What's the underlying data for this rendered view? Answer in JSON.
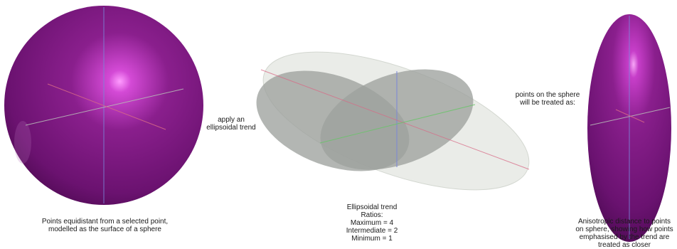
{
  "colors": {
    "sphere_fill": "#7a1a7d",
    "sphere_highlight": "#ff88ff",
    "ellipsoid_outer_fill": "#e8ebe6",
    "ellipsoid_inner_fill": "#9ea29d",
    "axis_blue": "#7a86d8",
    "axis_red": "#d86a86",
    "axis_green": "#6ac46a",
    "axis_grey": "#b7b7b7"
  },
  "icons": {
    "left": "sphere-icon",
    "middle": "ellipsoid-icon",
    "right": "elongated-ellipsoid-icon"
  },
  "labels": {
    "apply_line1": "apply an",
    "apply_line2": "ellipsoidal trend",
    "treated_line1": "points on the sphere",
    "treated_line2": "will be treated as:"
  },
  "captions": {
    "left": {
      "line1": "Points equidistant from a selected point,",
      "line2": "modelled as the surface of a sphere"
    },
    "middle": {
      "line1": "Ellipsoidal trend",
      "line2": "Ratios:",
      "line3": "Maximum = 4",
      "line4": "Intermediate = 2",
      "line5": "Minimum = 1"
    },
    "right": {
      "line1": "Anisotropic distance to points",
      "line2": "on sphere, showing how points",
      "line3": "emphasised by the trend are",
      "line4": "treated as closer"
    }
  }
}
